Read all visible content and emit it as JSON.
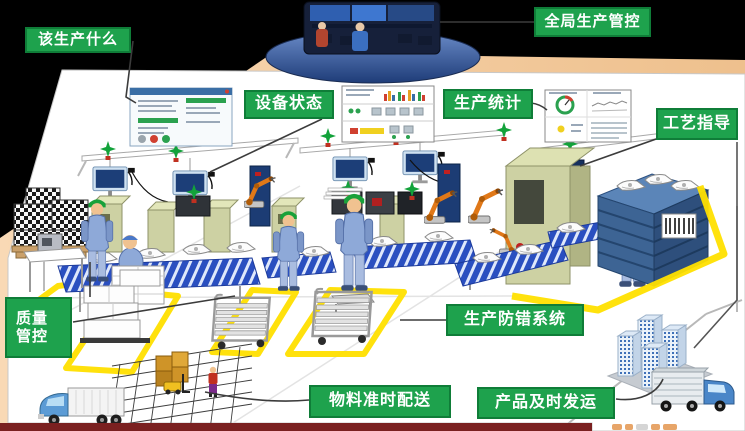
{
  "colors": {
    "accent-green": "#1ea24d",
    "callout-border": "#0f7d38",
    "background-black": "#000000",
    "funnel-peach": "#f5c99d",
    "floor-white": "#ffffff",
    "bottom-strip-maroon": "#7a2020",
    "marking-yellow": "#ffe000",
    "conveyor-blue": "#2a4fc0",
    "robot-orange": "#e07818",
    "machine-khaki": "#cdd1a3",
    "worker-blue": "#8ea9d8",
    "ellipse-blue": "#3c5fa0"
  },
  "callouts": {
    "what_to_produce": "该生产什么",
    "global_production_control": "全局生产管控",
    "equipment_status": "设备状态",
    "production_statistics": "生产统计",
    "process_guidance": "工艺指导",
    "quality_control_line1": "质量",
    "quality_control_line2": "管控",
    "production_error_proofing": "生产防错系统",
    "material_jit_delivery": "物料准时配送",
    "product_timely_shipping": "产品及时发运"
  },
  "icons": [
    "control-room-photo",
    "funnel-ellipse",
    "overhead-monitor-icon",
    "andon-light-icon",
    "dialog-screenshot",
    "dashboard-screenshot",
    "conveyor-belt",
    "robot-arm-icon",
    "worker-figure",
    "houndstooth-pallet",
    "white-box-stack",
    "material-trolley",
    "wireframe-rack",
    "gold-pallet",
    "forklift-icon",
    "delivery-truck-icon",
    "shipping-truck-icon",
    "blue-crate-rack",
    "barcode-panel",
    "buildings-cluster",
    "yellow-floor-marking"
  ]
}
